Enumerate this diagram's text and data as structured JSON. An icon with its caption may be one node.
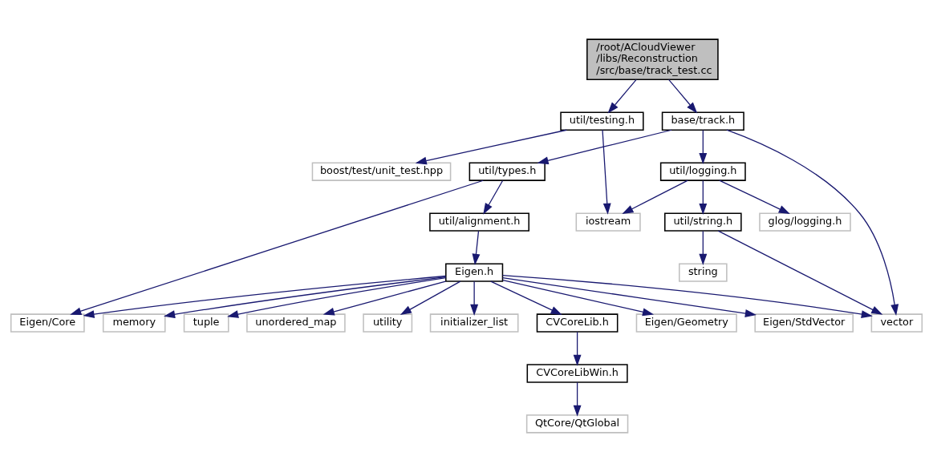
{
  "diagram": {
    "nodes": [
      {
        "text": [
          "/root/ACloudViewer /libs/Reconstruction /src/base/track_test.cc"
        ]
      },
      {
        "text": [
          "util/testing.h"
        ]
      },
      {
        "text": [
          "base/track.h"
        ]
      },
      {
        "text": [
          "boost/test/unit_test.hpp"
        ]
      },
      {
        "text": [
          "util/types.h"
        ]
      },
      {
        "text": [
          "util/logging.h"
        ]
      },
      {
        "text": [
          "iostream"
        ]
      },
      {
        "text": [
          "util/string.h"
        ]
      },
      {
        "text": [
          "glog/logging.h"
        ]
      },
      {
        "text": [
          "util/alignment.h"
        ]
      },
      {
        "text": [
          "string"
        ]
      },
      {
        "text": [
          "Eigen.h"
        ]
      },
      {
        "text": [
          "Eigen/Core"
        ]
      },
      {
        "text": [
          "memory"
        ]
      },
      {
        "text": [
          "tuple"
        ]
      },
      {
        "text": [
          "unordered_map"
        ]
      },
      {
        "text": [
          "utility"
        ]
      },
      {
        "text": [
          "initializer_list"
        ]
      },
      {
        "text": [
          "CVCoreLib.h"
        ]
      },
      {
        "text": [
          "Eigen/Geometry"
        ]
      },
      {
        "text": [
          "Eigen/StdVector"
        ]
      },
      {
        "text": [
          "vector"
        ]
      },
      {
        "text": [
          "CVCoreLibWin.h"
        ]
      },
      {
        "text": [
          "QtCore/QtGlobal"
        ]
      }
    ],
    "edges": [
      {
        "from": 0,
        "to": 1,
        "arrow": "to"
      },
      {
        "from": 0,
        "to": 2,
        "arrow": "to"
      },
      {
        "from": 1,
        "to": 3,
        "arrow": "to"
      },
      {
        "from": 1,
        "to": 6,
        "arrow": "to"
      },
      {
        "from": 2,
        "to": 4,
        "arrow": "to"
      },
      {
        "from": 2,
        "to": 5,
        "arrow": "to"
      },
      {
        "from": 2,
        "to": 21,
        "arrow": "to"
      },
      {
        "from": 4,
        "to": 12,
        "arrow": "to"
      },
      {
        "from": 4,
        "to": 9,
        "arrow": "to"
      },
      {
        "from": 5,
        "to": 6,
        "arrow": "to"
      },
      {
        "from": 5,
        "to": 7,
        "arrow": "to"
      },
      {
        "from": 5,
        "to": 8,
        "arrow": "to"
      },
      {
        "from": 7,
        "to": 10,
        "arrow": "to"
      },
      {
        "from": 7,
        "to": 21,
        "arrow": "to"
      },
      {
        "from": 9,
        "to": 11,
        "arrow": "to"
      },
      {
        "from": 11,
        "to": 12,
        "arrow": "to"
      },
      {
        "from": 11,
        "to": 13,
        "arrow": "to"
      },
      {
        "from": 11,
        "to": 14,
        "arrow": "to"
      },
      {
        "from": 11,
        "to": 15,
        "arrow": "to"
      },
      {
        "from": 11,
        "to": 16,
        "arrow": "to"
      },
      {
        "from": 11,
        "to": 17,
        "arrow": "to"
      },
      {
        "from": 11,
        "to": 18,
        "arrow": "to"
      },
      {
        "from": 11,
        "to": 19,
        "arrow": "to"
      },
      {
        "from": 11,
        "to": 20,
        "arrow": "to"
      },
      {
        "from": 11,
        "to": 21,
        "arrow": "to"
      },
      {
        "from": 18,
        "to": 22,
        "arrow": "to"
      },
      {
        "from": 22,
        "to": 23,
        "arrow": "to"
      }
    ]
  }
}
